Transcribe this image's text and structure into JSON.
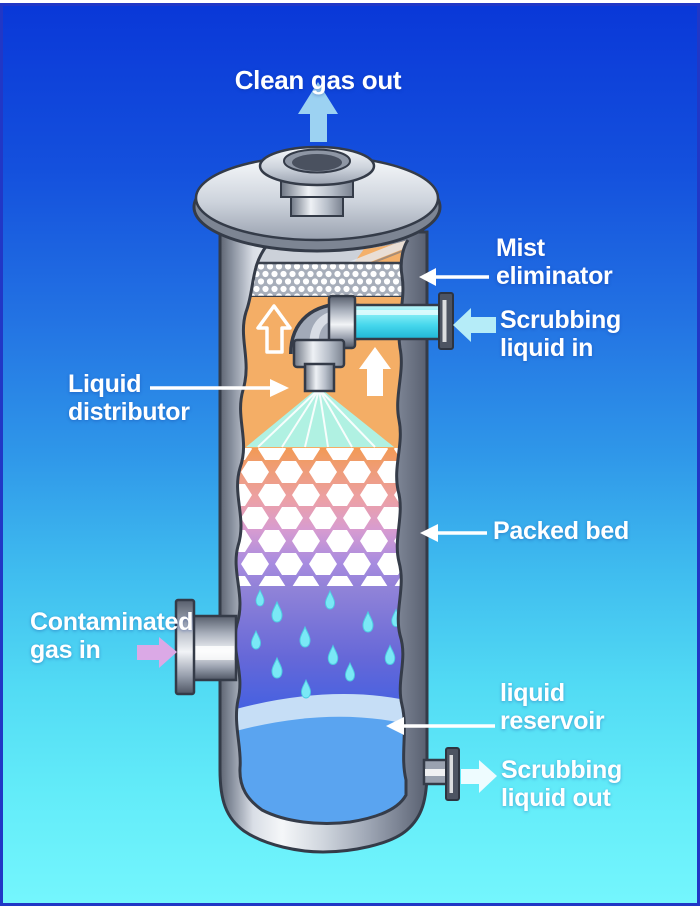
{
  "figure": {
    "type": "packed-bed-scrubber-cutaway-diagram",
    "labels": {
      "clean_gas_out": "Clean gas out",
      "mist_eliminator": "Mist\neliminator",
      "scrubbing_liquid_in": "Scrubbing\nliquid in",
      "liquid_distributor": "Liquid\ndistributor",
      "packed_bed": "Packed bed",
      "contaminated_gas_in": "Contaminated\ngas in",
      "liquid_reservoir": "liquid\nreservoir",
      "scrubbing_liquid_out": "Scrubbing\nliquid out"
    },
    "colors": {
      "background_top": "#0a38d8",
      "background_bottom": "#74f6fd",
      "frame_border": "#2137c6",
      "label_text": "#ffffff",
      "vessel_grey": "#c8cfd8",
      "interior_orange": "#f4ae66",
      "packed_bed_orange": "#f29a55",
      "packed_bed_purple": "#9181d8",
      "scrubbing_liquid_cyan": "#58e0f0",
      "spray_cone": "#b0f1e2",
      "reservoir_blue": "#5aa4f0",
      "reservoir_surface": "#c6def6",
      "droplet_cyan": "#7ae8f6",
      "gas_in_arrow_pink": "#dba9e6",
      "gas_out_arrow_blue": "#9cd2f2",
      "scrub_in_arrow_cyan": "#b5ecf8"
    }
  }
}
